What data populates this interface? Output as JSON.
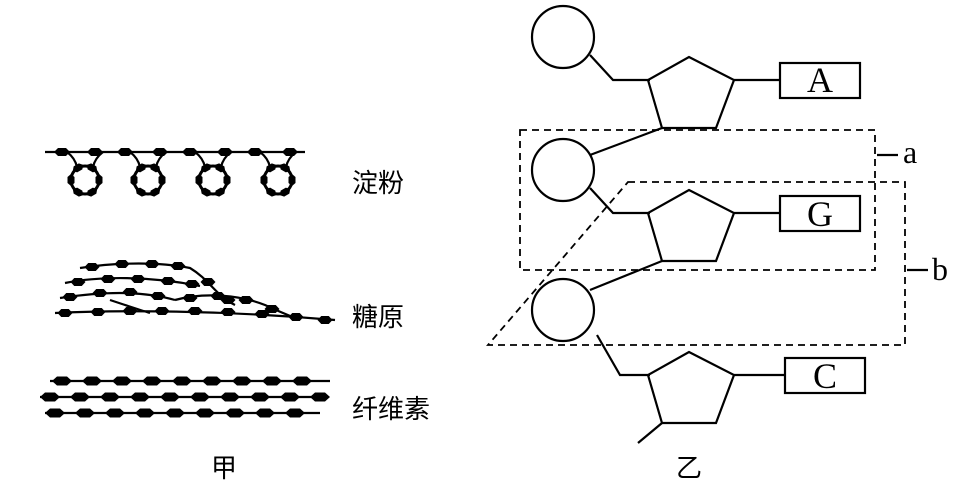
{
  "panel_jia": {
    "caption": "甲",
    "items": [
      {
        "key": "starch",
        "label": "淀粉"
      },
      {
        "key": "glycogen",
        "label": "糖原"
      },
      {
        "key": "cellulose",
        "label": "纤维素"
      }
    ]
  },
  "panel_yi": {
    "caption": "乙",
    "nucleotides": [
      {
        "base": "A"
      },
      {
        "base": "G"
      },
      {
        "base": "C"
      }
    ],
    "brackets": [
      {
        "label": "a"
      },
      {
        "label": "b"
      }
    ]
  }
}
